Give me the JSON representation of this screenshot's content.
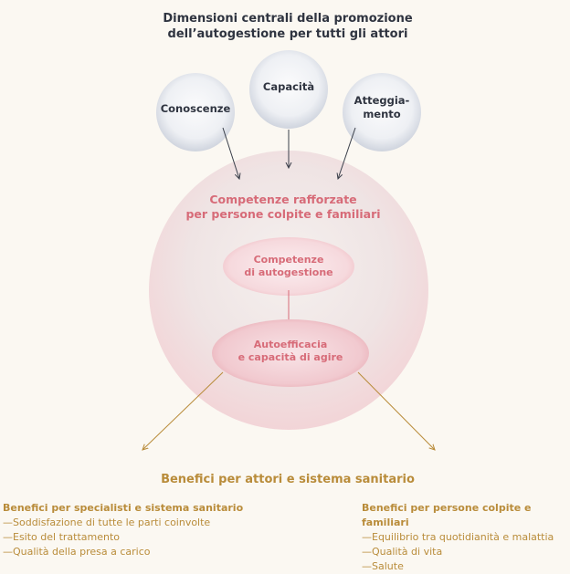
{
  "title": "Dimensioni centrali della promozione\ndell’autogestione per tutti gli attori",
  "dimensions": [
    {
      "label": "Conoscenze"
    },
    {
      "label": "Capacità"
    },
    {
      "label": "Atteggia-\nmento"
    }
  ],
  "center": {
    "title": "Competenze rafforzate\nper persone colpite e familiari",
    "inner_top": "Competenze\ndi autogestione",
    "inner_bottom": "Autoefficacia\ne capacità di agire"
  },
  "benefits_title": "Benefici per attori e sistema sanitario",
  "left_list": {
    "heading": "Benefici per specialisti e sistema sanitario",
    "items": [
      "—Soddisfazione di tutte le parti coinvolte",
      "—Esito del trattamento",
      "—Qualità della presa a carico"
    ]
  },
  "right_list": {
    "heading": "Benefici per persone colpite e familiari",
    "items": [
      "—Equilibrio tra quotidianità e malattia",
      "—Qualità di vita",
      "—Salute"
    ]
  },
  "colors": {
    "text_dark": "#2f3440",
    "pink": "#d76b78",
    "gold": "#b98c3a"
  }
}
